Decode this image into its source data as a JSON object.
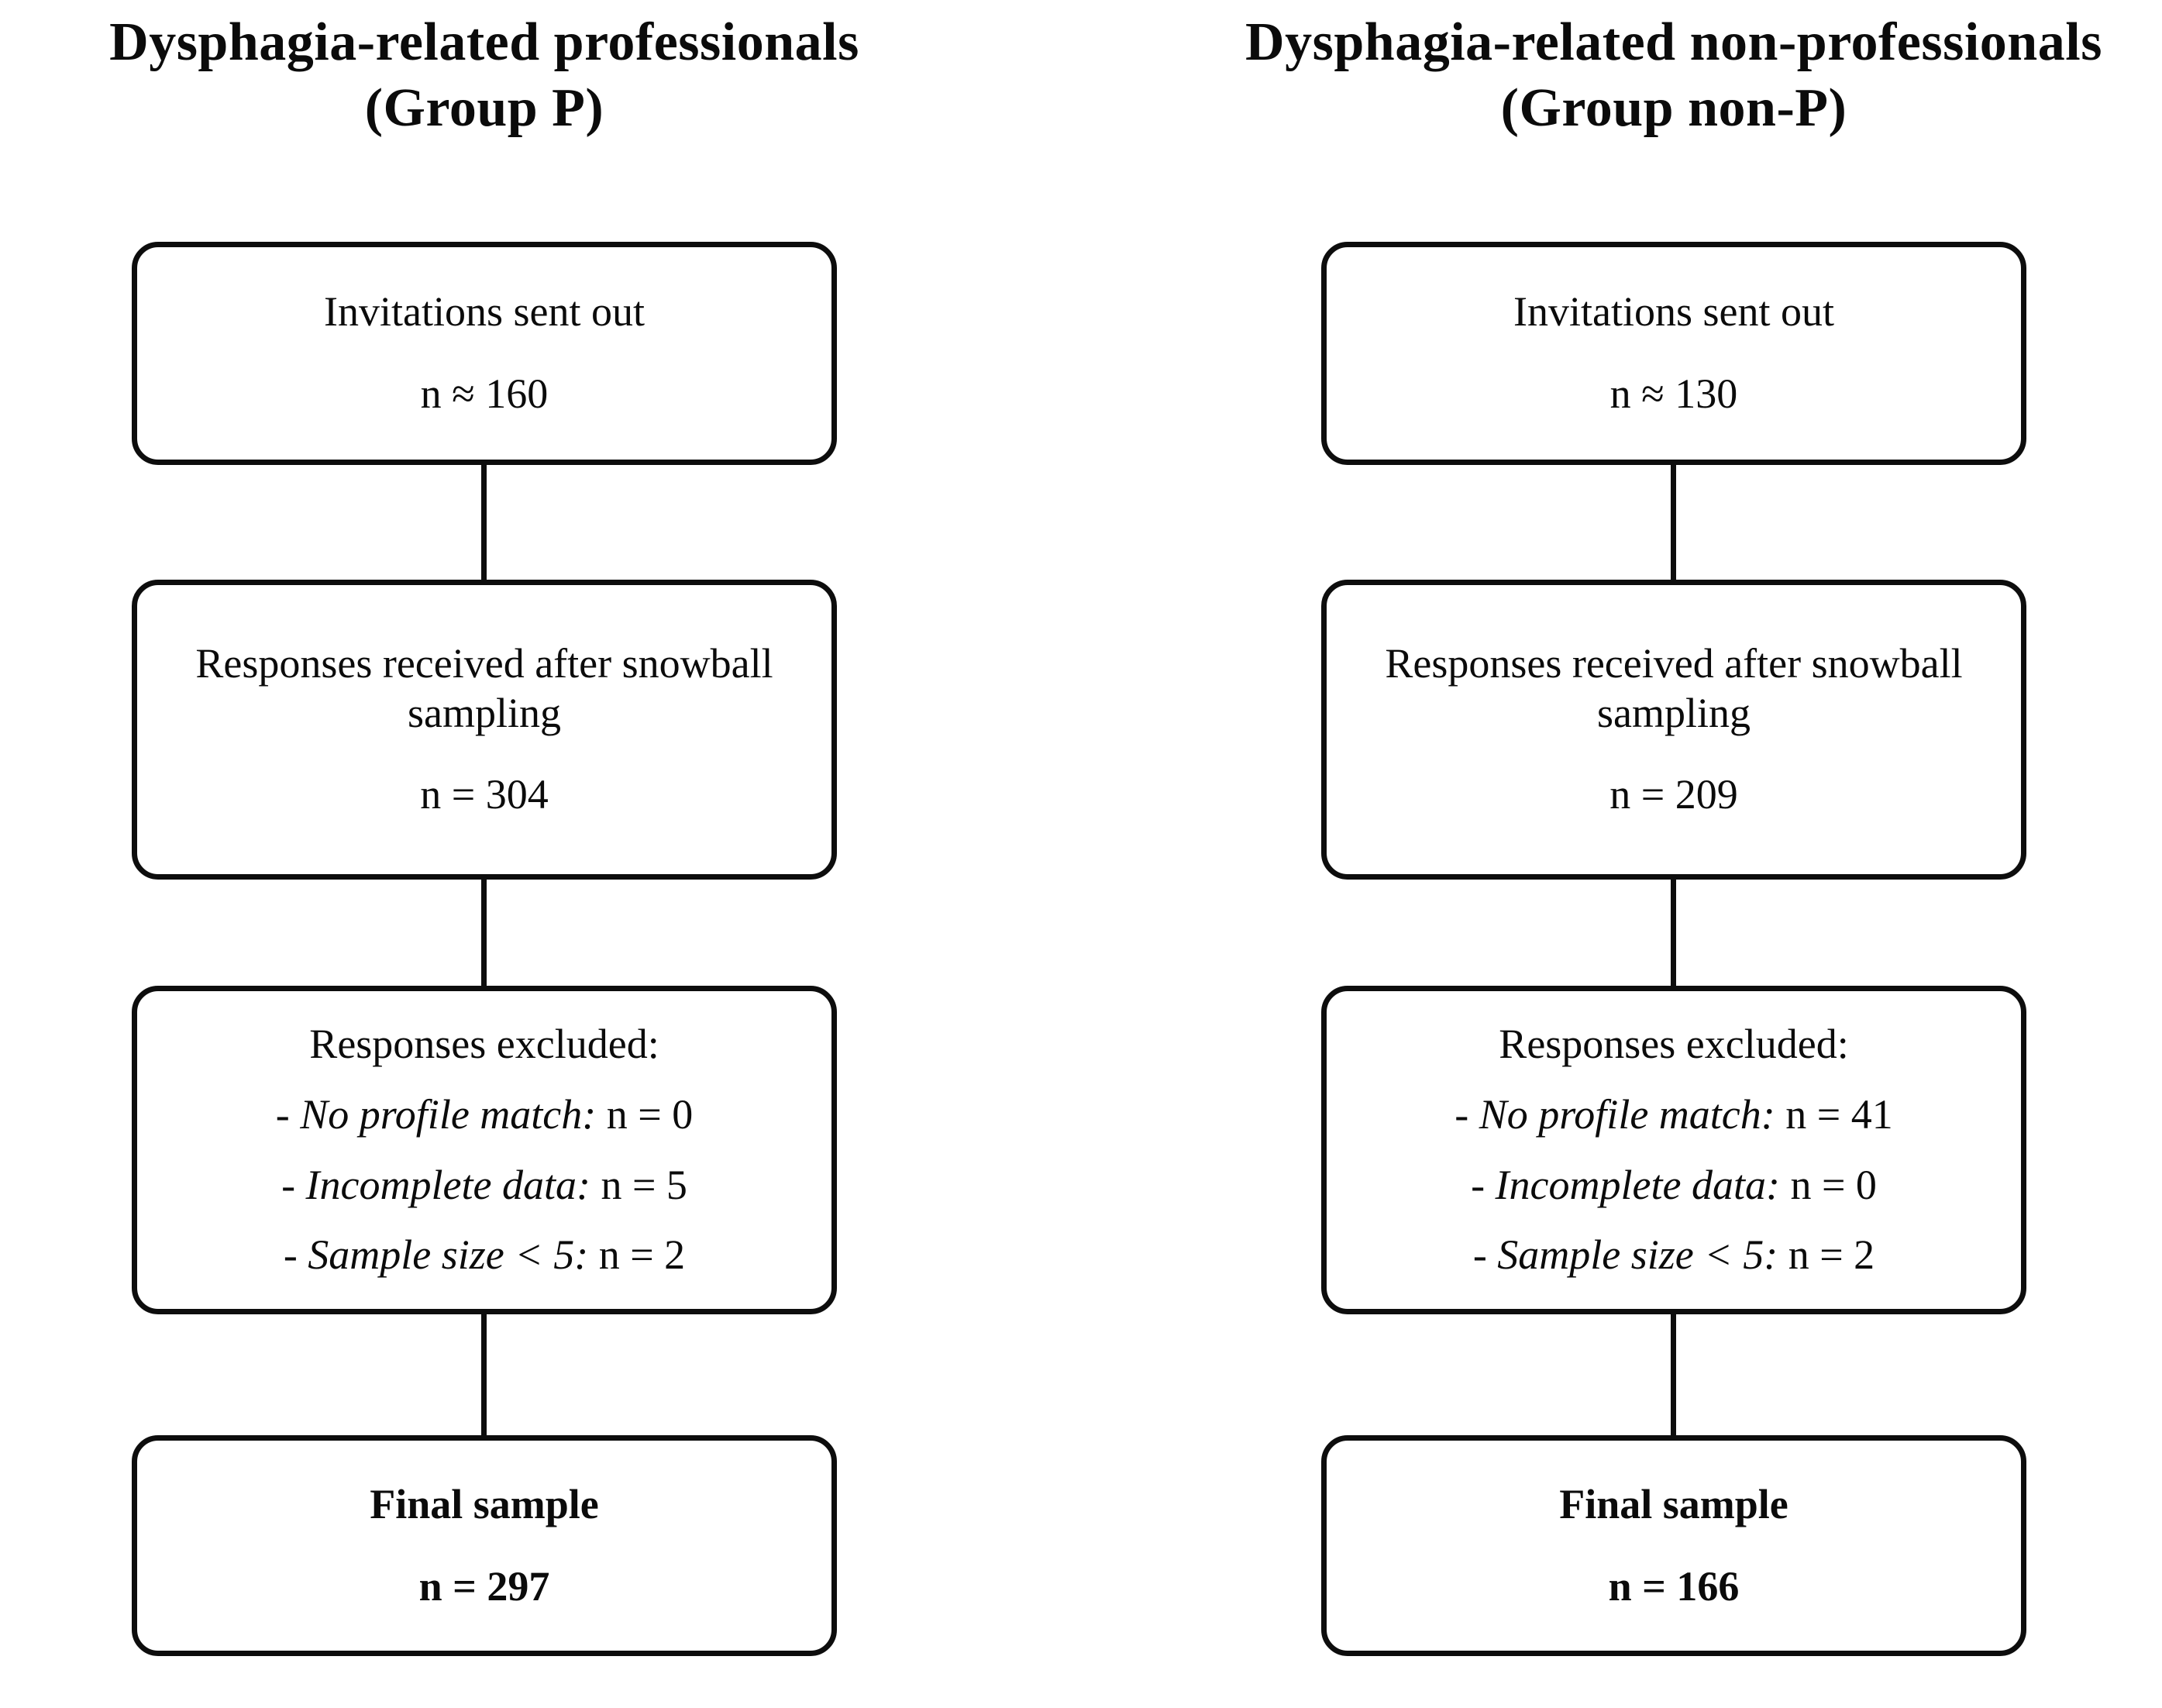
{
  "figure": {
    "columns": [
      {
        "title_line1": "Dysphagia-related professionals",
        "title_line2": "(Group P)",
        "boxes": {
          "invitations": {
            "label": "Invitations sent out",
            "value": "n ≈ 160"
          },
          "responses": {
            "label_line1": "Responses received after",
            "label_line2": "snowball sampling",
            "value": "n = 304"
          },
          "excluded": {
            "heading": "Responses excluded:",
            "items": [
              {
                "label": "- No profile match:",
                "value": "n = 0"
              },
              {
                "label": "- Incomplete data:",
                "value": "n = 5"
              },
              {
                "label": "- Sample size < 5:",
                "value": "n =  2"
              }
            ]
          },
          "final": {
            "label": "Final sample",
            "value": "n = 297"
          }
        }
      },
      {
        "title_line1": "Dysphagia-related non-professionals",
        "title_line2": "(Group non-P)",
        "boxes": {
          "invitations": {
            "label": "Invitations sent out",
            "value": "n ≈ 130"
          },
          "responses": {
            "label_line1": "Responses received after",
            "label_line2": "snowball sampling",
            "value": "n = 209"
          },
          "excluded": {
            "heading": "Responses excluded:",
            "items": [
              {
                "label": "- No profile match:",
                "value": "n = 41"
              },
              {
                "label": "- Incomplete data:",
                "value": "n = 0"
              },
              {
                "label": "- Sample size < 5:",
                "value": "n =  2"
              }
            ]
          },
          "final": {
            "label": "Final sample",
            "value": "n = 166"
          }
        }
      }
    ],
    "styles": {
      "line_color": "#0d0d0d",
      "box_background": "#ffffff"
    }
  }
}
